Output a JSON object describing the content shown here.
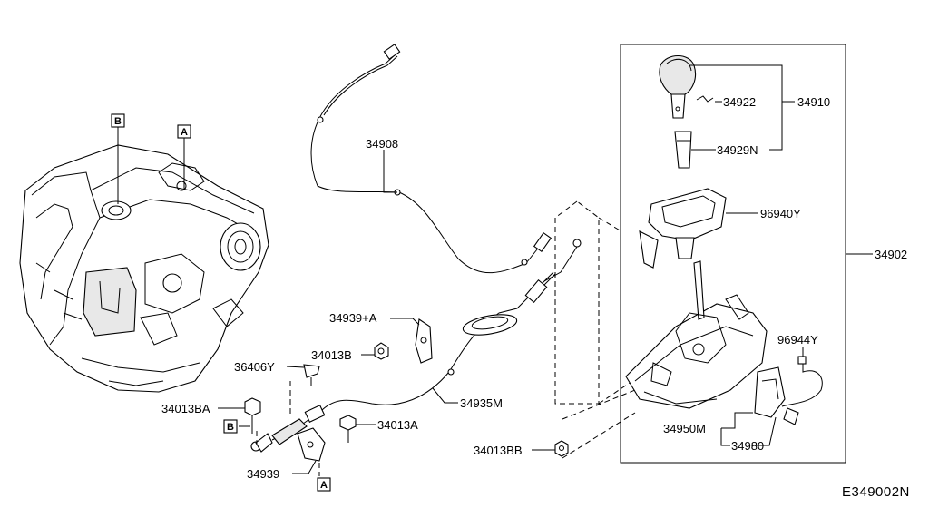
{
  "diagram": {
    "code": "E349002N",
    "ref_boxes": {
      "b": "B",
      "a": "A"
    },
    "parts": {
      "p34910": "34910",
      "p34922": "34922",
      "p34929n": "34929N",
      "p34908": "34908",
      "p96940y": "96940Y",
      "p34902": "34902",
      "p34939a": "34939+A",
      "p34013b": "34013B",
      "p36406y": "36406Y",
      "p96944y": "96944Y",
      "p34935m": "34935M",
      "p34013ba": "34013BA",
      "p34013a": "34013A",
      "p34950m": "34950M",
      "p34980": "34980",
      "p34013bb": "34013BB",
      "p34939": "34939"
    }
  }
}
